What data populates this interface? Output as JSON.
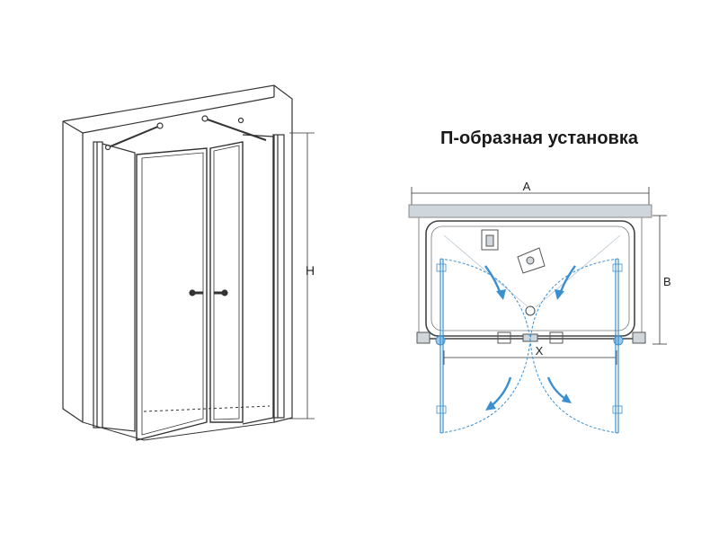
{
  "title": "П-образная установка",
  "perspective_view": {
    "dim_height": "H"
  },
  "plan_view": {
    "dim_width": "A",
    "dim_depth": "B",
    "dim_opening": "X"
  },
  "colors": {
    "line": "#333333",
    "door_blue": "#3a8fd0",
    "arc_blue": "#3a8fd0",
    "panel_gray": "#cfd6dc"
  }
}
